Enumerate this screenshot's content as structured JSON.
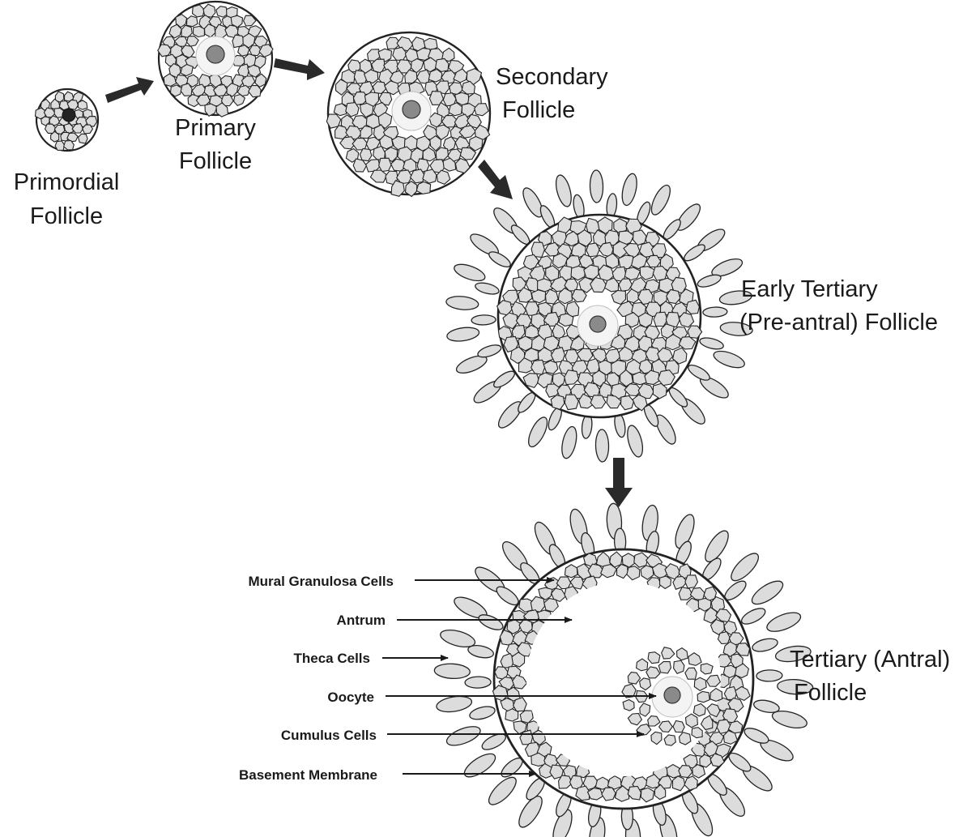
{
  "stages": {
    "primordial": {
      "line1": "Primordial",
      "line2": "Follicle"
    },
    "primary": {
      "line1": "Primary",
      "line2": "Follicle"
    },
    "secondary": {
      "line1": "Secondary",
      "line2": "Follicle"
    },
    "early_tertiary": {
      "line1": "Early Tertiary",
      "line2": "(Pre-antral) Follicle"
    },
    "tertiary": {
      "line1": "Tertiary (Antral)",
      "line2": "Follicle"
    }
  },
  "annotations": [
    "Mural Granulosa Cells",
    "Antrum",
    "Theca Cells",
    "Oocyte",
    "Cumulus Cells",
    "Basement Membrane"
  ],
  "colors": {
    "cell_fill": "#dcdcdc",
    "outline": "#222222",
    "nucleus": "#8a8a8a",
    "oocyte": "#f4f4f4",
    "arrow": "#2a2a2a"
  }
}
